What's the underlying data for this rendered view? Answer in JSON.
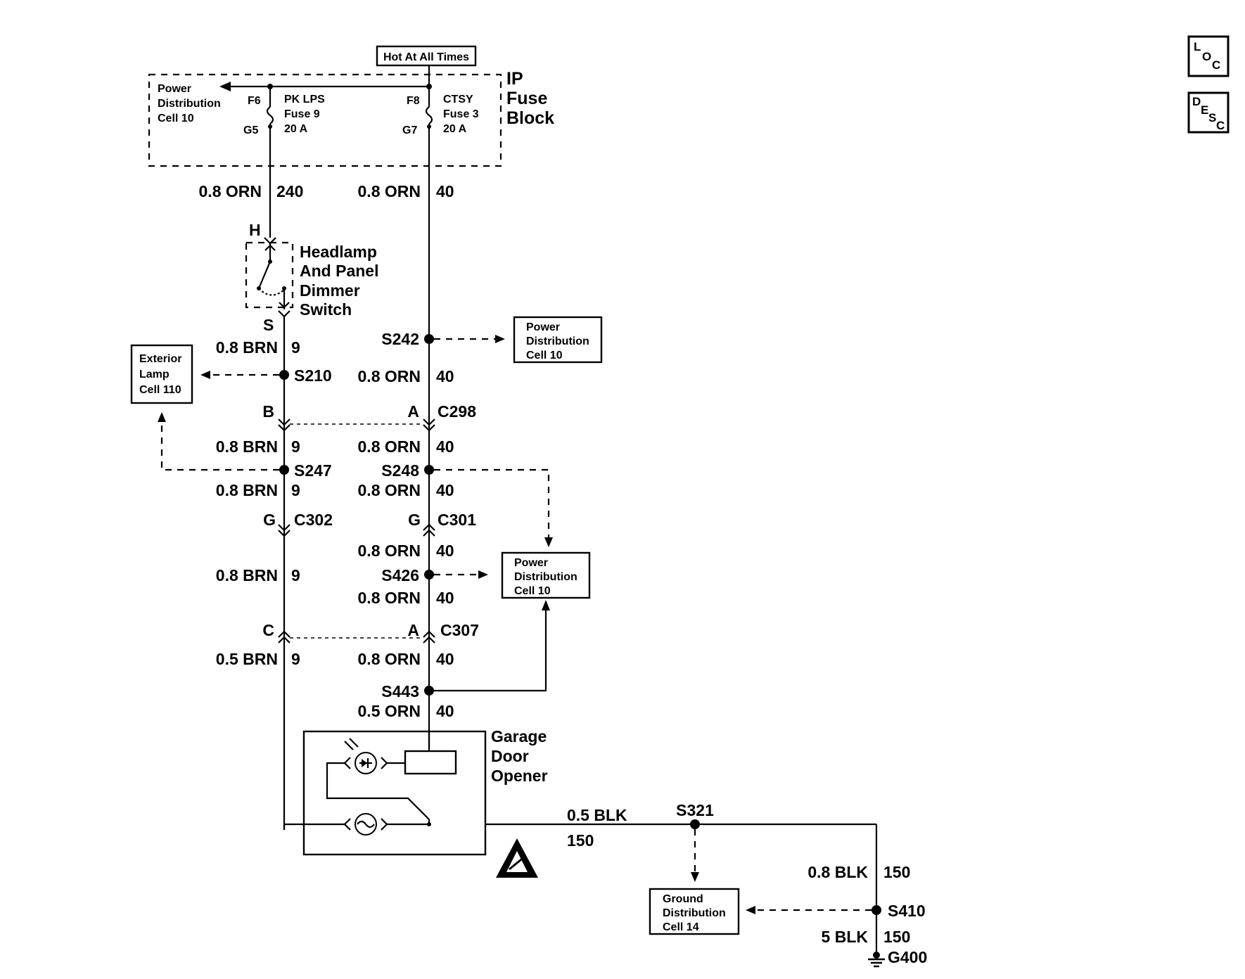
{
  "title_box": "Hot At All Times",
  "ip_fuse_block": {
    "line1": "IP",
    "line2": "Fuse",
    "line3": "Block"
  },
  "pdc_top": {
    "line1": "Power",
    "line2": "Distribution",
    "line3": "Cell 10"
  },
  "fuse_pk": {
    "pin_in": "F6",
    "pin_out": "G5",
    "name": "PK LPS",
    "fuse": "Fuse 9",
    "amps": "20 A"
  },
  "fuse_ctsy": {
    "pin_in": "F8",
    "pin_out": "G7",
    "name": "CTSY",
    "fuse": "Fuse 3",
    "amps": "20 A"
  },
  "wires": {
    "w240_gauge": "0.8 ORN",
    "w240_circuit": "240",
    "w40a_gauge": "0.8 ORN",
    "w40a_circuit": "40",
    "w9a_gauge": "0.8 BRN",
    "w9a_circuit": "9",
    "w40b_gauge": "0.8 ORN",
    "w40b_circuit": "40",
    "w9b_gauge": "0.8 BRN",
    "w9b_circuit": "9",
    "w40c_gauge": "0.8 ORN",
    "w40c_circuit": "40",
    "w9c_gauge": "0.8 BRN",
    "w9c_circuit": "9",
    "w40d_gauge": "0.8 ORN",
    "w40d_circuit": "40",
    "w40e_gauge": "0.8 ORN",
    "w40e_circuit": "40",
    "w9d_gauge": "0.8 BRN",
    "w9d_circuit": "9",
    "w40f_gauge": "0.8 ORN",
    "w40f_circuit": "40",
    "w9e_gauge": "0.5 BRN",
    "w9e_circuit": "9",
    "w40g_gauge": "0.8 ORN",
    "w40g_circuit": "40",
    "w40h_gauge": "0.5 ORN",
    "w40h_circuit": "40",
    "w150a_gauge": "0.5 BLK",
    "w150a_circuit": "150",
    "w150b_gauge": "0.8 BLK",
    "w150b_circuit": "150",
    "w150c_gauge": "5 BLK",
    "w150c_circuit": "150"
  },
  "switch": {
    "pin_top": "H",
    "pin_bottom": "S",
    "line1": "Headlamp",
    "line2": "And Panel",
    "line3": "Dimmer",
    "line4": "Switch"
  },
  "splices": {
    "s242": "S242",
    "s210": "S210",
    "s247": "S247",
    "s248": "S248",
    "s426": "S426",
    "s443": "S443",
    "s321": "S321",
    "s410": "S410"
  },
  "connectors": {
    "c298": "C298",
    "c298_pin_left": "B",
    "c298_pin_right": "A",
    "c302": "C302",
    "c302_pin": "G",
    "c301": "C301",
    "c301_pin": "G",
    "c307": "C307",
    "c307_pin_left": "C",
    "c307_pin_right": "A"
  },
  "ref_pdc_1": {
    "line1": "Power",
    "line2": "Distribution",
    "line3": "Cell 10"
  },
  "ref_pdc_2": {
    "line1": "Power",
    "line2": "Distribution",
    "line3": "Cell 10"
  },
  "ref_exterior": {
    "line1": "Exterior",
    "line2": "Lamp",
    "line3": "Cell 110"
  },
  "ref_ground": {
    "line1": "Ground",
    "line2": "Distribution",
    "line3": "Cell 14"
  },
  "garage": {
    "line1": "Garage",
    "line2": "Door",
    "line3": "Opener"
  },
  "ground": "G400",
  "side_icons": {
    "loc": [
      "L",
      "O",
      "C"
    ],
    "desc": [
      "D",
      "E",
      "S",
      "C"
    ]
  }
}
